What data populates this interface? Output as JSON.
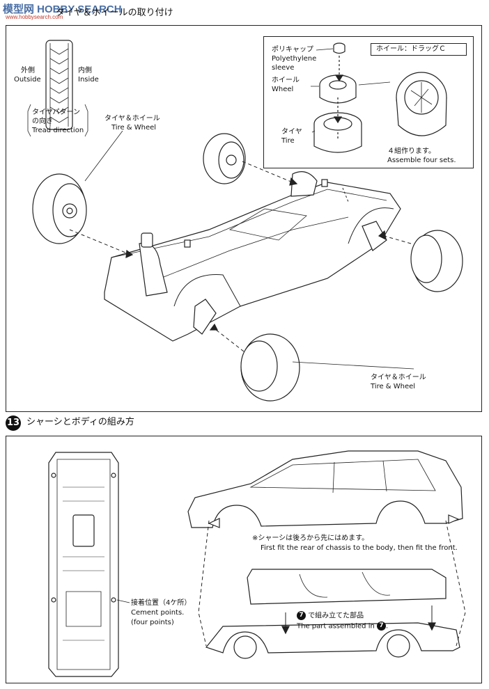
{
  "watermark": {
    "main": "模型网 HOBBY SEARCH",
    "sub": "www.hobbysearch.com"
  },
  "step12": {
    "title": "タイヤ＆ホイールの取り付け",
    "outside_jp": "外側",
    "outside_en": "Outside",
    "inside_jp": "内側",
    "inside_en": "Inside",
    "tread_jp1": "タイヤパターン",
    "tread_jp2": "の向き",
    "tread_en": "Tread direction",
    "tire_wheel_jp": "タイヤ＆ホイール",
    "tire_wheel_en": "Tire & Wheel",
    "tire_wheel2_jp": "タイヤ＆ホイール",
    "tire_wheel2_en": "Tire & Wheel",
    "inset": {
      "polycap_jp": "ポリキャップ",
      "polycap_en1": "Polyethylene",
      "polycap_en2": "sleeve",
      "wheel_jp": "ホイール",
      "wheel_en": "Wheel",
      "tire_jp": "タイヤ",
      "tire_en": "Tire",
      "wheel_label": "ホイール：ドラッグＣ",
      "sets_jp": "４組作ります。",
      "sets_en": "Assemble four sets."
    }
  },
  "step13": {
    "number": "13",
    "title": "シャーシとボディの組み方",
    "cement_jp": "接着位置（4ケ所）",
    "cement_en1": "Cement points.",
    "cement_en2": "(four points)",
    "note_jp": "※シャーシは後ろから先にはめます。",
    "note_en": "First fit the rear of chassis to the body, then fit the front.",
    "assembled_ref": "7",
    "assembled_jp": "で組み立てた部品",
    "assembled_en": "The part assembled in",
    "assembled_en_ref": "7"
  }
}
